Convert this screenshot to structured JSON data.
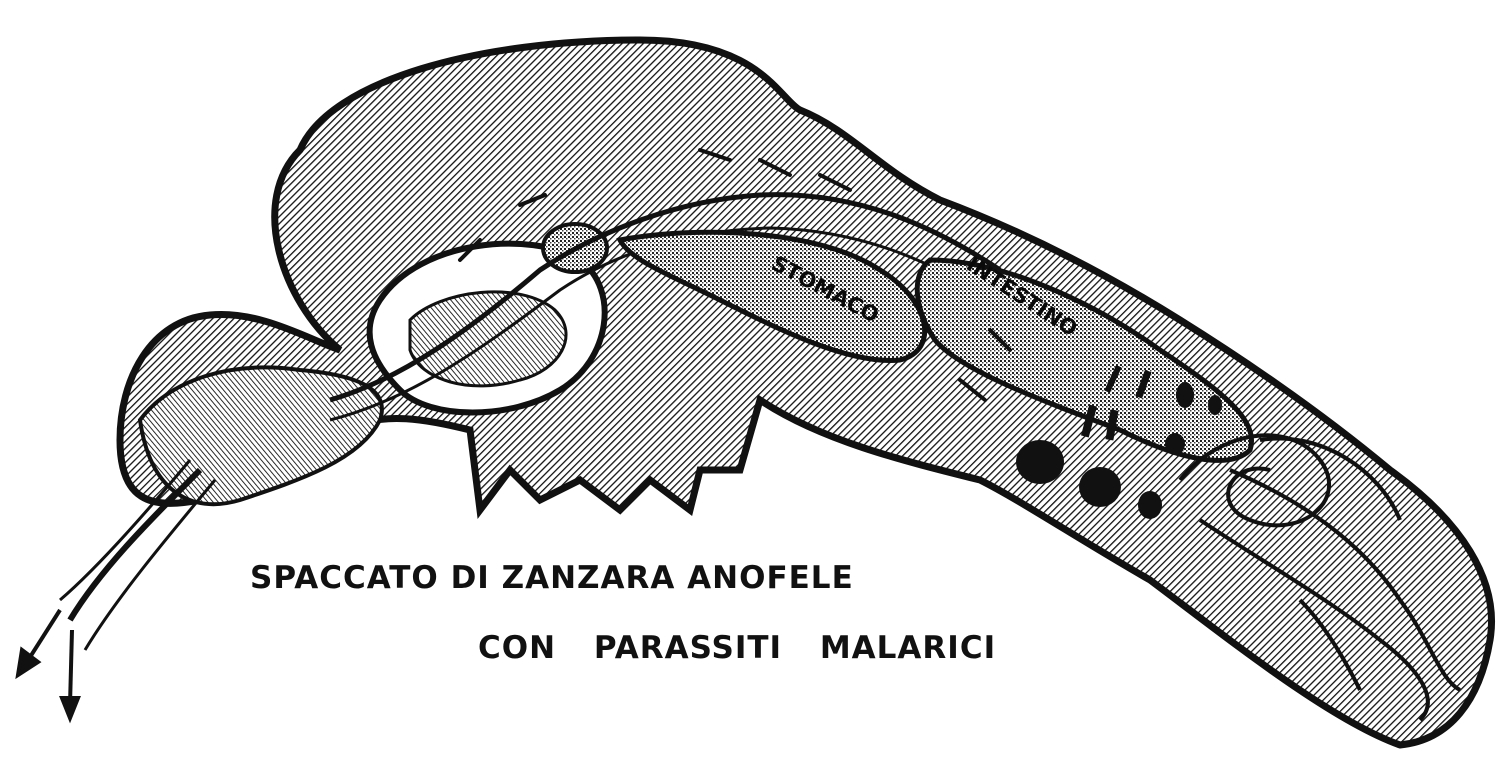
{
  "diagram": {
    "caption_line_1": "SPACCATO DI ZANZARA ANOFELE",
    "caption_line_2": "CON PARASSITI MALARICI",
    "labels": {
      "stomach": "STOMACO",
      "intestine": "INTESTINO"
    },
    "colors": {
      "ink": "#111111",
      "paper": "#ffffff"
    }
  }
}
